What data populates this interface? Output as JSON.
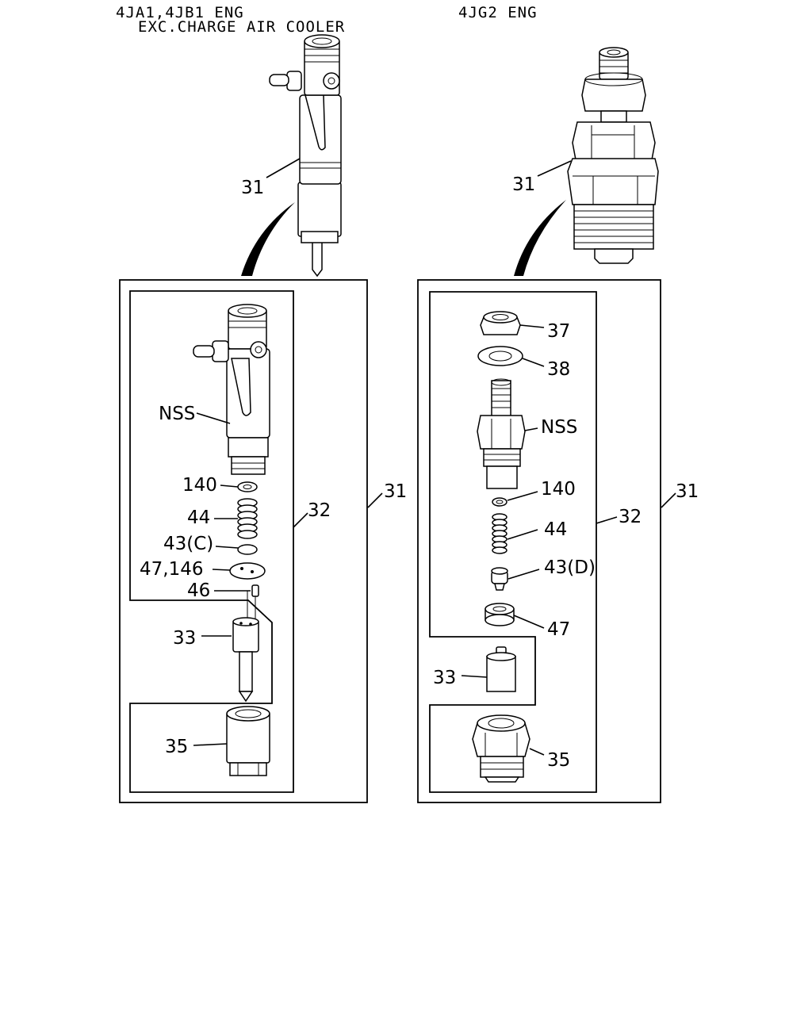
{
  "headers": {
    "left_line1": "4JA1,4JB1 ENG",
    "left_line2": "EXC.CHARGE AIR COOLER",
    "right_line1": "4JG2 ENG"
  },
  "left": {
    "top_ref": "31",
    "frame_ref": "31",
    "inner_ref": "32",
    "parts": {
      "nss": "NSS",
      "p140": "140",
      "p44": "44",
      "p43": "43(C)",
      "p47": "47,146",
      "p46": "46",
      "p33": "33",
      "p35": "35"
    }
  },
  "right": {
    "top_ref": "31",
    "frame_ref": "31",
    "inner_ref": "32",
    "parts": {
      "p37": "37",
      "p38": "38",
      "nss": "NSS",
      "p140": "140",
      "p44": "44",
      "p43": "43(D)",
      "p47": "47",
      "p33": "33",
      "p35": "35"
    }
  }
}
